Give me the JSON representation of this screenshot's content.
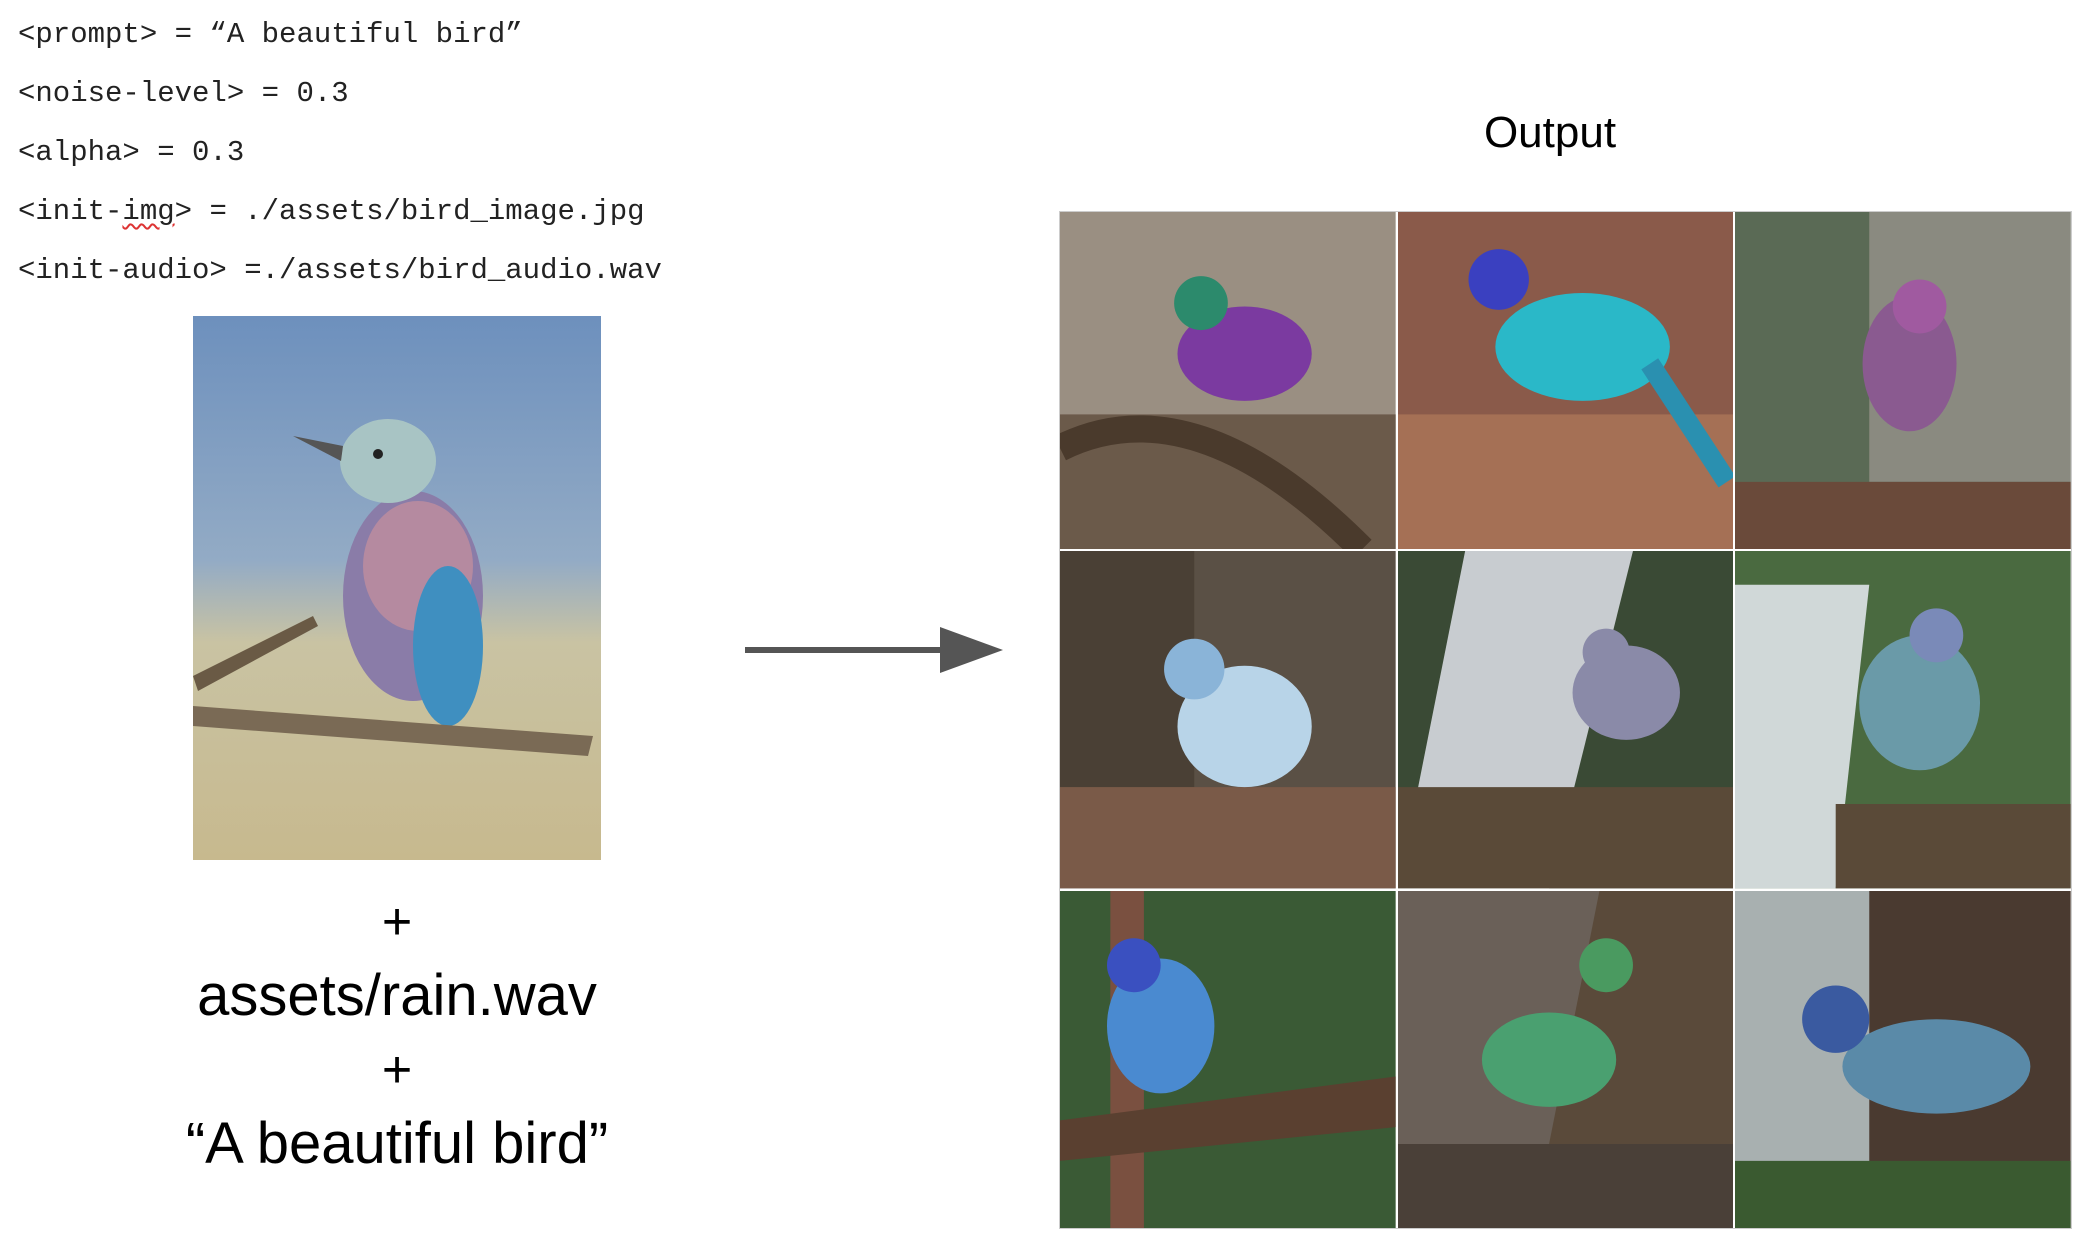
{
  "params": [
    {
      "text": "<prompt> = “A beautiful bird”"
    },
    {
      "text": "<noise-level> = 0.3"
    },
    {
      "text": "<alpha> = 0.3"
    },
    {
      "pre": "<init-",
      "squiggle": "img",
      "post": "> = ./assets/bird_image.jpg"
    },
    {
      "text": "<init-audio> =./assets/bird_audio.wav"
    }
  ],
  "input": {
    "plus1": "+",
    "audio_file": "assets/rain.wav",
    "plus2": "+",
    "prompt_text": "“A beautiful bird”"
  },
  "output_title": "Output",
  "colors": {
    "arrow": "#555555"
  }
}
